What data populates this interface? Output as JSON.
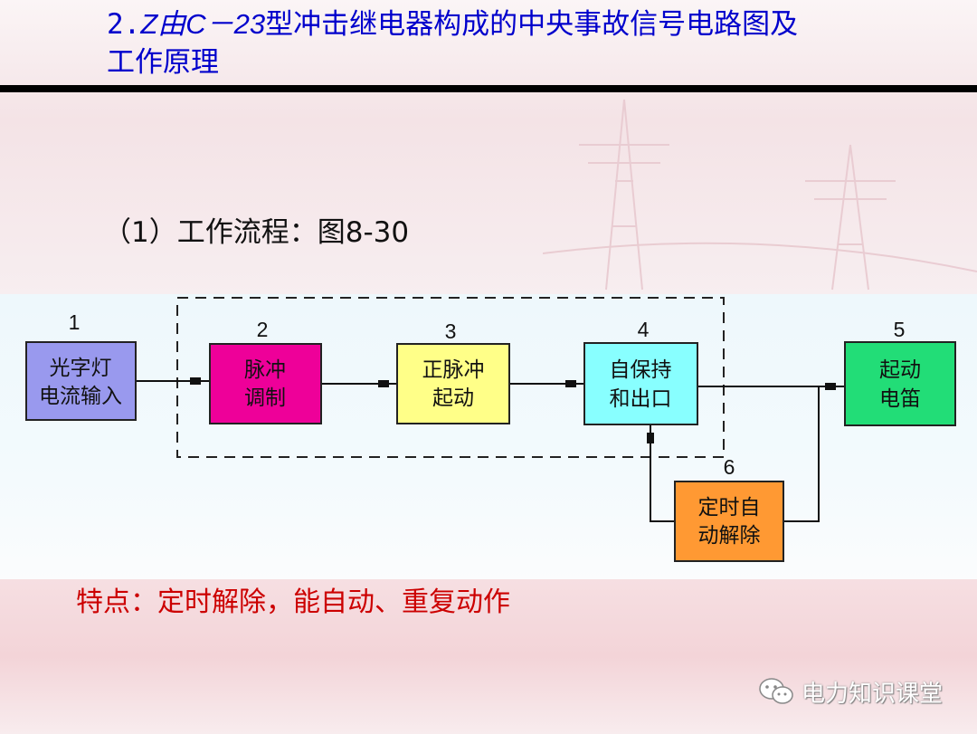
{
  "title": {
    "line1_prefix": "2.",
    "line1_italic": "Z由C－23",
    "line1_rest": "型冲击继电器构成的中央事故信号电路图及",
    "line2": "工作原理"
  },
  "subtitle": "（1）工作流程：图8-30",
  "diagram": {
    "blocks": [
      {
        "id": "b1",
        "number": "1",
        "lines": [
          "光字灯",
          "电流输入"
        ],
        "color": "#9999ee"
      },
      {
        "id": "b2",
        "number": "2",
        "lines": [
          "脉冲",
          "调制"
        ],
        "color": "#ee0099"
      },
      {
        "id": "b3",
        "number": "3",
        "lines": [
          "正脉冲",
          "起动"
        ],
        "color": "#ffff88"
      },
      {
        "id": "b4",
        "number": "4",
        "lines": [
          "自保持",
          "和出口"
        ],
        "color": "#88ffff"
      },
      {
        "id": "b5",
        "number": "5",
        "lines": [
          "起动",
          "电笛"
        ],
        "color": "#22dd77"
      },
      {
        "id": "b6",
        "number": "6",
        "lines": [
          "定时自",
          "动解除"
        ],
        "color": "#ff9933"
      }
    ]
  },
  "feature": "特点：定时解除，能自动、重复动作",
  "watermark": {
    "icon": "wechat-icon",
    "text": "电力知识课堂"
  }
}
